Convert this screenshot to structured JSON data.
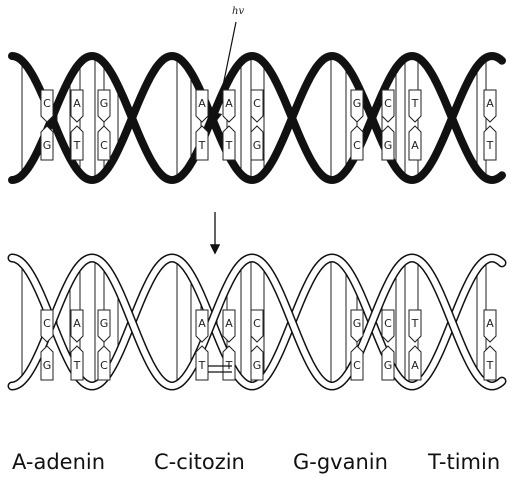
{
  "figure": {
    "annotation": "hv",
    "top_helix": {
      "pairs": [
        {
          "top": "C",
          "bottom": "G"
        },
        {
          "top": "A",
          "bottom": "T"
        },
        {
          "top": "G",
          "bottom": "C"
        },
        {
          "top": "A",
          "bottom": "T"
        },
        {
          "top": "A",
          "bottom": "T"
        },
        {
          "top": "C",
          "bottom": "G"
        },
        {
          "top": "G",
          "bottom": "C"
        },
        {
          "top": "C",
          "bottom": "G"
        },
        {
          "top": "T",
          "bottom": "A"
        },
        {
          "top": "A",
          "bottom": "T"
        }
      ]
    },
    "bottom_helix": {
      "pairs": [
        {
          "top": "C",
          "bottom": "G"
        },
        {
          "top": "A",
          "bottom": "T"
        },
        {
          "top": "G",
          "bottom": "C"
        },
        {
          "top": "A",
          "bottom": "T"
        },
        {
          "top": "A",
          "bottom": "T"
        },
        {
          "top": "C",
          "bottom": "G"
        },
        {
          "top": "G",
          "bottom": "C"
        },
        {
          "top": "C",
          "bottom": "G"
        },
        {
          "top": "T",
          "bottom": "A"
        },
        {
          "top": "A",
          "bottom": "T"
        }
      ]
    }
  },
  "legend": {
    "adenine": "A-adenin",
    "cytosine": "C-citozin",
    "guanine": "G-gvanin",
    "thymine": "T-timin"
  }
}
